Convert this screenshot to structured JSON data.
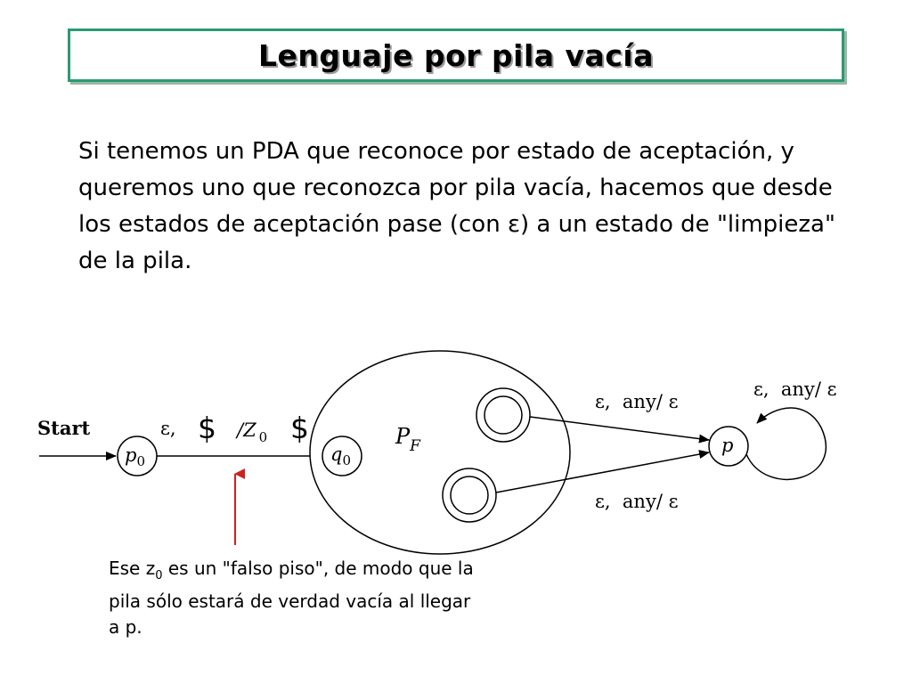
{
  "slide": {
    "title": "Lenguaje por pila vacía",
    "paragraph": "Si tenemos un PDA que reconoce por estado de aceptación, y queremos uno que reconozca por pila vacía, hacemos que desde los estados de aceptación pase (con ε) a un estado de \"limpieza\" de la pila.",
    "note": {
      "prefix": "Ese z",
      "subscript": "0",
      "suffix": " es un \"falso piso\", de modo que la pila sólo estará de verdad vacía al llegar a p."
    }
  },
  "diagram": {
    "start_label": "Start",
    "start_state": {
      "name": "p",
      "sub": "0"
    },
    "transition_start": {
      "epsilon": "ε,",
      "dollar_left": "$",
      "slash_z": "/Z",
      "z_sub": "0",
      "dollar_right": "$"
    },
    "inner_start_state": {
      "name": "q",
      "sub": "0"
    },
    "region_label": {
      "name": "P",
      "sub": "F"
    },
    "transition_top": "ε,  any/ ε",
    "transition_bottom": "ε,  any/ ε",
    "transition_loop": "ε,  any/ ε",
    "final_state": {
      "name": "p"
    },
    "colors": {
      "title_border": "#2a9a72",
      "pointer_arrow": "#cc2222"
    }
  }
}
